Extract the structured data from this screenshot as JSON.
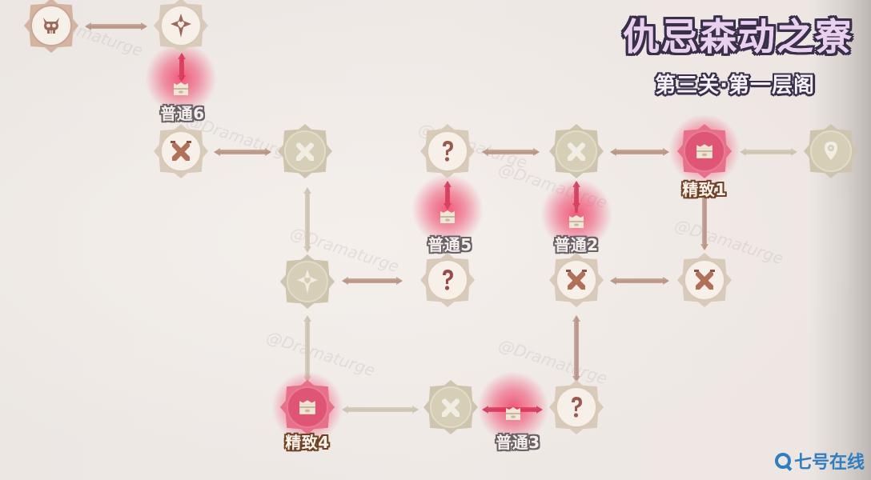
{
  "title": {
    "main": "仇忌森动之寮",
    "sub": "第三关·第一层阁"
  },
  "brand": {
    "label": "七号在线"
  },
  "colors": {
    "background": "#ece7e3",
    "chest_glow": "#ee2855",
    "title_fill": "#e2bde8",
    "title_outline": "#38304a",
    "brand_blue": "#2f7ec2",
    "connector": "#b99383",
    "locked": "#cfc5ae"
  },
  "watermark": "@Dramaturge",
  "nodes": [
    {
      "id": "boss",
      "icon": "skull-icon",
      "state": "visited"
    },
    {
      "id": "heart-shrine-top",
      "icon": "heart-crest-icon",
      "state": "visited"
    },
    {
      "id": "battle-a",
      "icon": "crossed-swords-icon",
      "state": "visited"
    },
    {
      "id": "battle-b",
      "icon": "crossed-swords-icon",
      "state": "locked"
    },
    {
      "id": "event-a",
      "icon": "question-icon",
      "state": "visited"
    },
    {
      "id": "battle-c",
      "icon": "crossed-swords-icon",
      "state": "locked"
    },
    {
      "id": "elite-chest-1",
      "icon": "chest-icon",
      "state": "chest"
    },
    {
      "id": "start",
      "icon": "map-pin-icon",
      "state": "locked"
    },
    {
      "id": "heart-shrine-mid",
      "icon": "heart-crest-icon",
      "state": "locked"
    },
    {
      "id": "event-b",
      "icon": "question-icon",
      "state": "visited"
    },
    {
      "id": "battle-d",
      "icon": "crossed-swords-icon",
      "state": "visited"
    },
    {
      "id": "battle-e",
      "icon": "crossed-swords-icon",
      "state": "visited"
    },
    {
      "id": "elite-chest-4",
      "icon": "chest-icon",
      "state": "chest"
    },
    {
      "id": "battle-f",
      "icon": "crossed-swords-icon",
      "state": "locked"
    },
    {
      "id": "event-c",
      "icon": "question-icon",
      "state": "visited"
    }
  ],
  "chests": [
    {
      "label": "普通6",
      "type": "normal"
    },
    {
      "label": "普通5",
      "type": "normal"
    },
    {
      "label": "普通2",
      "type": "normal"
    },
    {
      "label": "精致1",
      "type": "elite"
    },
    {
      "label": "精致4",
      "type": "elite"
    },
    {
      "label": "普通3",
      "type": "normal"
    }
  ]
}
